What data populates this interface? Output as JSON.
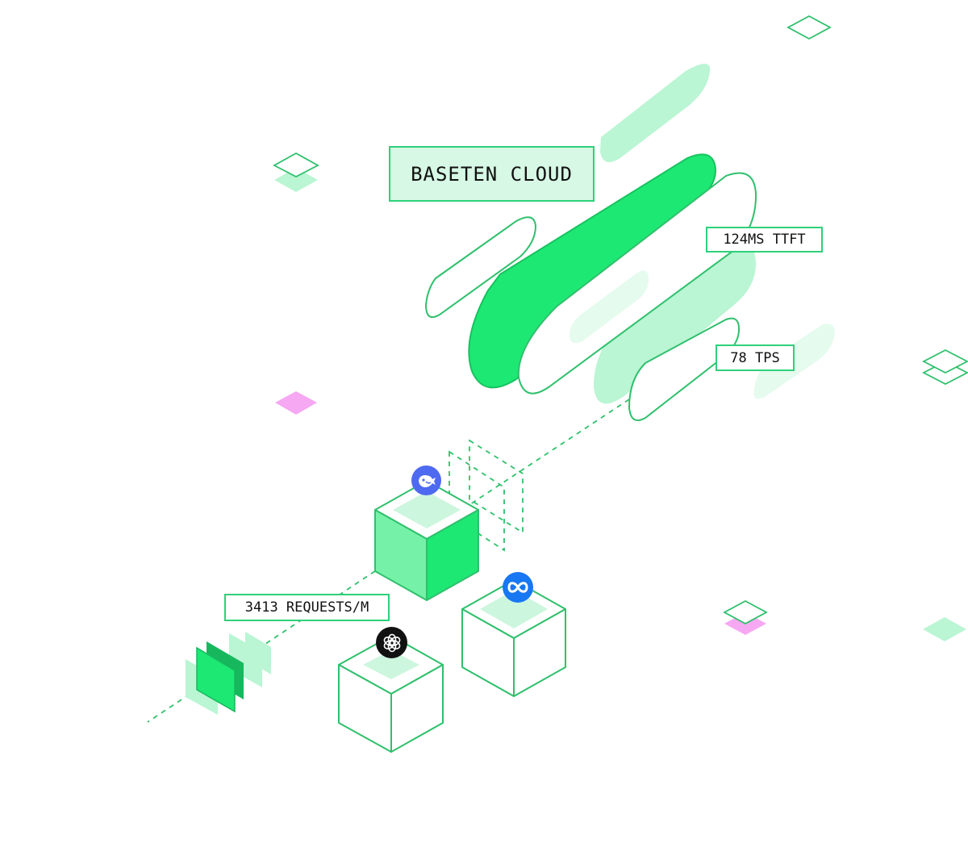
{
  "labels": {
    "cloud": "BASETEN CLOUD",
    "ttft": "124MS TTFT",
    "tps": "78 TPS",
    "requests": "3413 REQUESTS/M"
  },
  "logos": {
    "model_a": "deepseek-icon",
    "model_b": "meta-icon",
    "model_c": "openai-icon"
  },
  "colors": {
    "accent": "#1de874",
    "outline": "#2fc06c",
    "pale": "#baf5d4",
    "lightest": "#e5fbee",
    "pink": "#f6a8f2",
    "deepseek": "#4e6af0",
    "meta": "#1877f2",
    "openai": "#111111"
  }
}
